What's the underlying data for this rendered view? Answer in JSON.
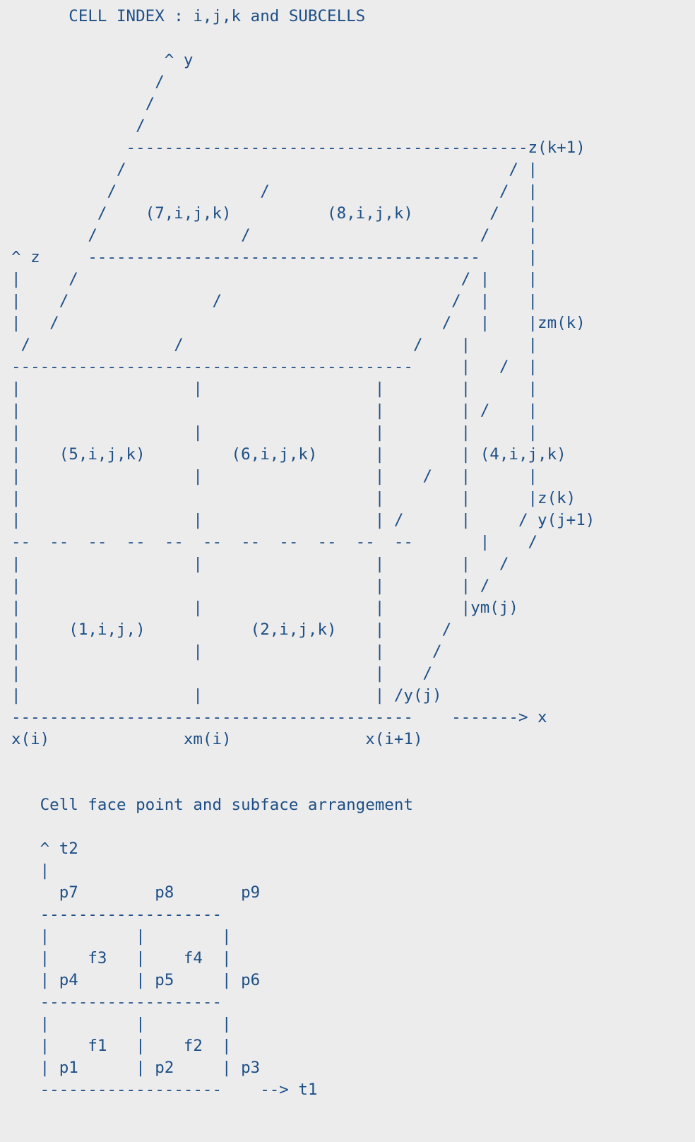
{
  "diagram": {
    "lines": [
      "      CELL INDEX : i,j,k and SUBCELLS",
      "",
      "                ^ y",
      "               /",
      "              /",
      "             /",
      "            ------------------------------------------z(k+1)",
      "           /                                        / |",
      "          /               /                        /  |",
      "         /    (7,i,j,k)          (8,i,j,k)        /   |",
      "        /               /                        /    |",
      "^ z     -----------------------------------------     |",
      "|     /                                        / |    |",
      "|    /               /                        /  |    |",
      "|   /                                        /   |    |zm(k)",
      " /               /                        /    |      |",
      "------------------------------------------     |   /  |",
      "|                  |                  |        |      |",
      "|                                     |        | /    |",
      "|                  |                  |        |      |",
      "|    (5,i,j,k)         (6,i,j,k)      |        | (4,i,j,k)",
      "|                  |                  |    /   |      |",
      "|                                     |        |      |z(k)",
      "|                  |                  | /      |     / y(j+1)",
      "--  --  --  --  --  --  --  --  --  --  --       |    /",
      "|                  |                  |        |   /",
      "|                                     |        | /",
      "|                  |                  |        |ym(j)",
      "|     (1,i,j,)           (2,i,j,k)    |      /",
      "|                  |                  |     /",
      "|                                     |    /",
      "|                  |                  | /y(j)",
      "------------------------------------------    -------> x",
      "x(i)              xm(i)              x(i+1)",
      "",
      "",
      "   Cell face point and subface arrangement",
      "",
      "   ^ t2",
      "   |",
      "     p7        p8       p9",
      "   -------------------",
      "   |         |        |",
      "   |    f3   |    f4  |",
      "   | p4      | p5     | p6",
      "   -------------------",
      "   |         |        |",
      "   |    f1   |    f2  |",
      "   | p1      | p2     | p3",
      "   -------------------    --> t1"
    ]
  }
}
